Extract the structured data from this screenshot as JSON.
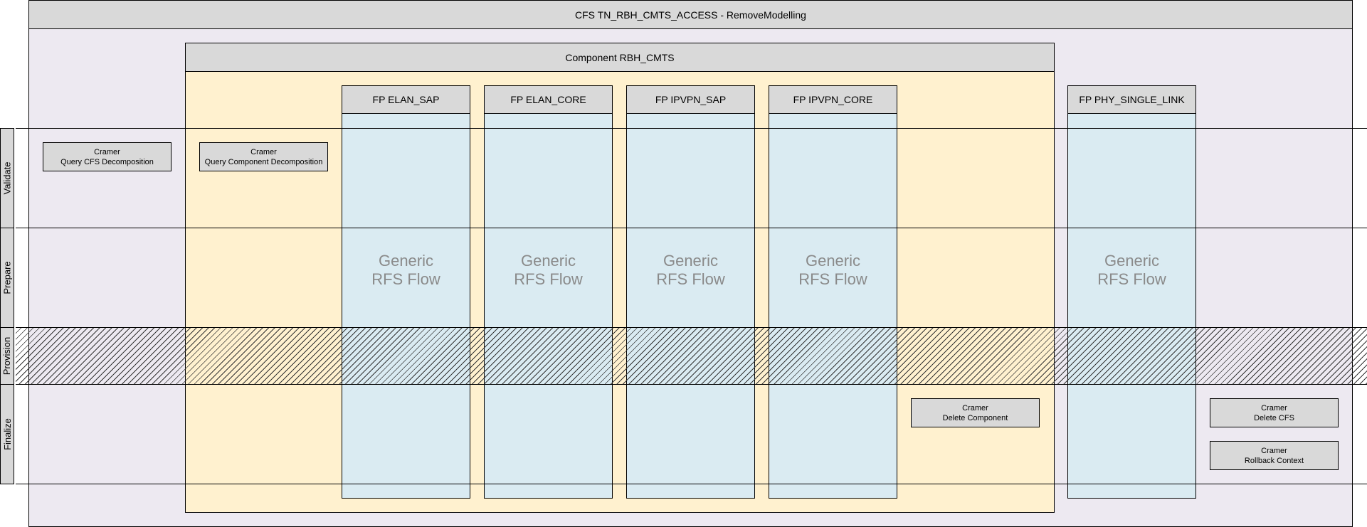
{
  "cfs": {
    "title": "CFS TN_RBH_CMTS_ACCESS - RemoveModelling"
  },
  "component": {
    "title": "Component RBH_CMTS"
  },
  "fp_columns": [
    {
      "title": "FP ELAN_SAP",
      "body": "Generic\nRFS Flow"
    },
    {
      "title": "FP ELAN_CORE",
      "body": "Generic\nRFS Flow"
    },
    {
      "title": "FP IPVPN_SAP",
      "body": "Generic\nRFS Flow"
    },
    {
      "title": "FP IPVPN_CORE",
      "body": "Generic\nRFS Flow"
    },
    {
      "title": "FP PHY_SINGLE_LINK",
      "body": "Generic\nRFS Flow"
    }
  ],
  "lanes": [
    {
      "label": "Validate"
    },
    {
      "label": "Prepare"
    },
    {
      "label": "Provision"
    },
    {
      "label": "Finalize"
    }
  ],
  "tasks": {
    "query_cfs": {
      "system": "Cramer",
      "action": "Query CFS Decomposition"
    },
    "query_component": {
      "system": "Cramer",
      "action": "Query Component Decomposition"
    },
    "delete_component": {
      "system": "Cramer",
      "action": "Delete Component"
    },
    "delete_cfs": {
      "system": "Cramer",
      "action": "Delete CFS"
    },
    "rollback_context": {
      "system": "Cramer",
      "action": "Rollback Context"
    }
  },
  "colors": {
    "cfs_bg": "#ede9f1",
    "component_bg": "#fff1cf",
    "fp_bg": "#daebf2",
    "header_bg": "#d9d9d9",
    "generic_text": "#8a8a8a"
  }
}
